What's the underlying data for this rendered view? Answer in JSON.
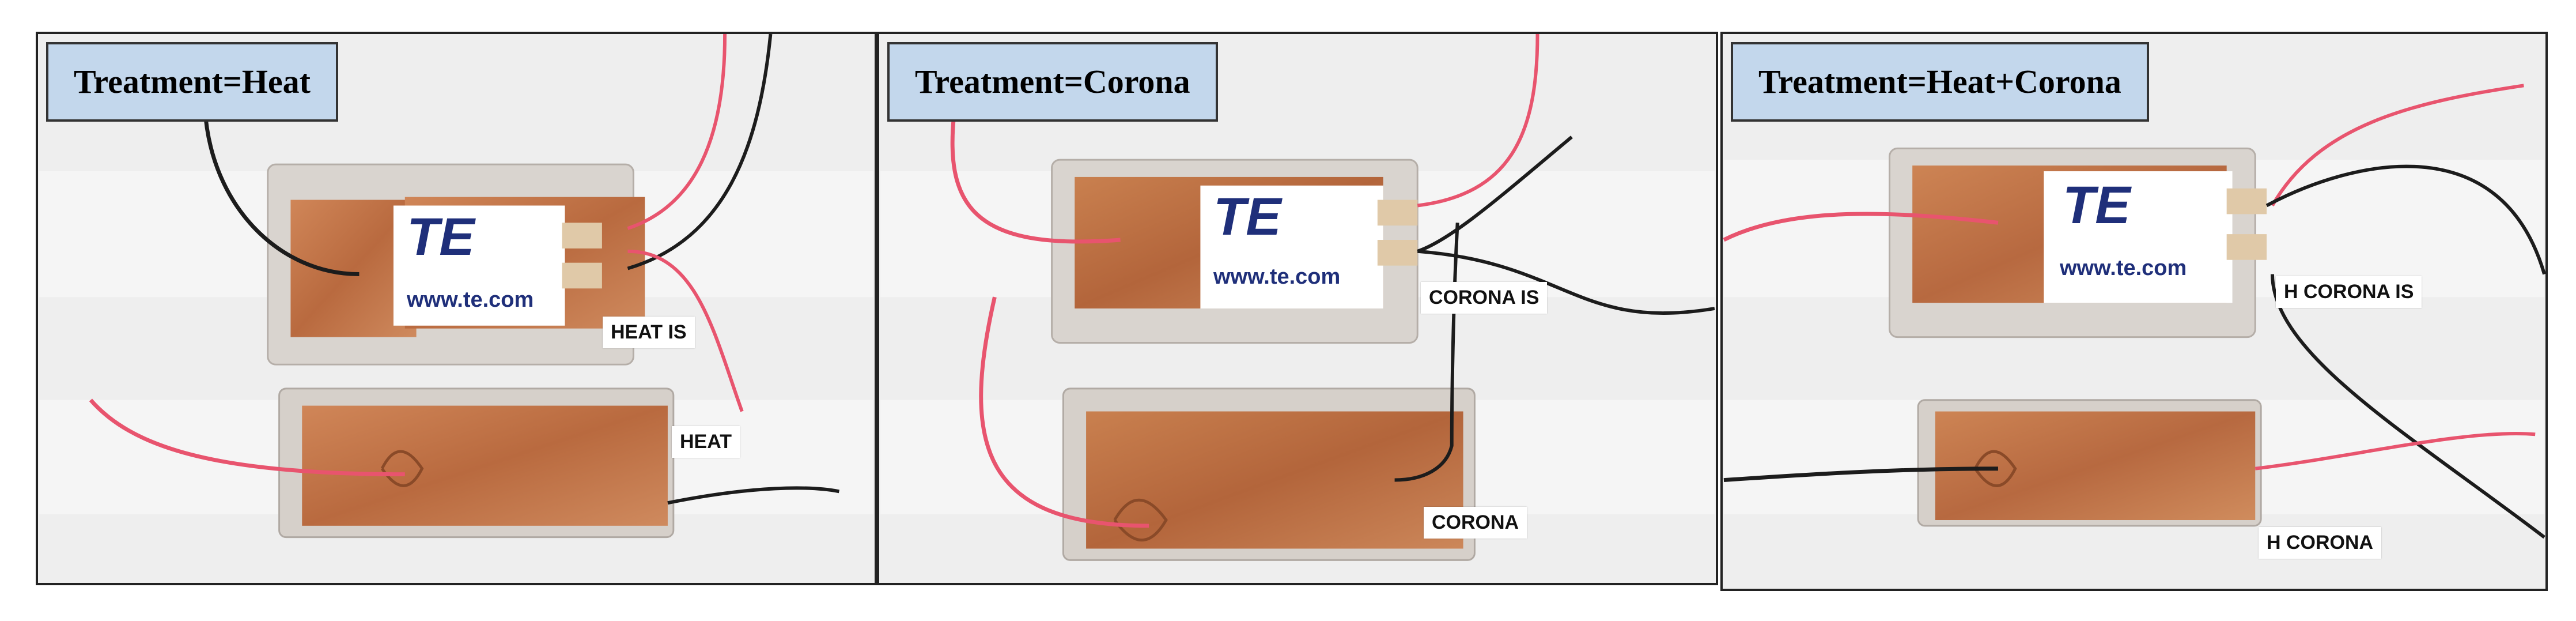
{
  "panels": [
    {
      "treatment_label": "Treatment=Heat",
      "sensor_logo": "TE",
      "sensor_url": "www.te.com",
      "upper_tag": "HEAT  IS",
      "lower_tag": "HEAT"
    },
    {
      "treatment_label": "Treatment=Corona",
      "sensor_logo": "TE",
      "sensor_url": "www.te.com",
      "upper_tag": "CORONA IS",
      "lower_tag": "CORONA"
    },
    {
      "treatment_label": "Treatment=Heat+Corona",
      "sensor_logo": "TE",
      "sensor_url": "www.te.com",
      "upper_tag": "H CORONA IS",
      "lower_tag": "H CORONA"
    }
  ],
  "colors": {
    "label_fill": "#c3d7ec",
    "copper": "#c0774a",
    "wire_red": "#e8546e",
    "wire_black": "#1c1c1c",
    "te_blue": "#1f2f7a"
  }
}
